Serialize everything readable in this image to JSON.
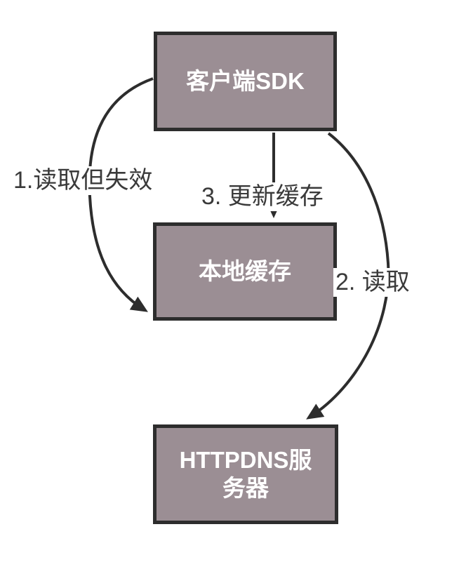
{
  "diagram": {
    "title": "HTTPDNS local cache flow",
    "colors": {
      "background": "#ffffff",
      "node_fill": "#9b8e94",
      "node_border": "#2d2d2d",
      "node_text": "#ffffff",
      "edge_color": "#2d2d2d",
      "label_color": "#3a3a3a"
    },
    "nodes": [
      {
        "id": "client-sdk",
        "label": "客户端SDK"
      },
      {
        "id": "local-cache",
        "label": "本地缓存"
      },
      {
        "id": "httpdns-server",
        "label": "HTTPDNS服\n务器"
      }
    ],
    "edges": [
      {
        "id": "read-expired",
        "label": "1.读取但失效",
        "from": "client-sdk",
        "to": "local-cache"
      },
      {
        "id": "read",
        "label": "2. 读取",
        "from": "client-sdk",
        "to": "httpdns-server"
      },
      {
        "id": "update-cache",
        "label": "3. 更新缓存",
        "from": "client-sdk",
        "to": "local-cache"
      }
    ]
  }
}
